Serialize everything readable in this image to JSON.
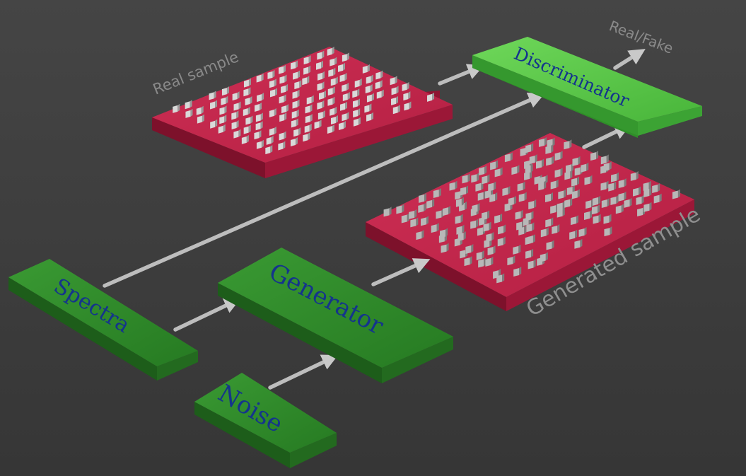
{
  "blocks": {
    "spectra": "Spectra",
    "generator": "Generator",
    "noise": "Noise",
    "discriminator": "Discriminator"
  },
  "labels": {
    "real_sample": "Real sample",
    "generated_sample": "Generated sample",
    "output": "Real/Fake"
  },
  "colors": {
    "background": "#3d3d3d",
    "block_dark": "#2f8a2b",
    "block_light": "#5bc845",
    "sample_plate": "#c3264a",
    "block_text": "#14348c",
    "arrow": "#bdbdbd",
    "label_text": "#8f8f8f"
  }
}
